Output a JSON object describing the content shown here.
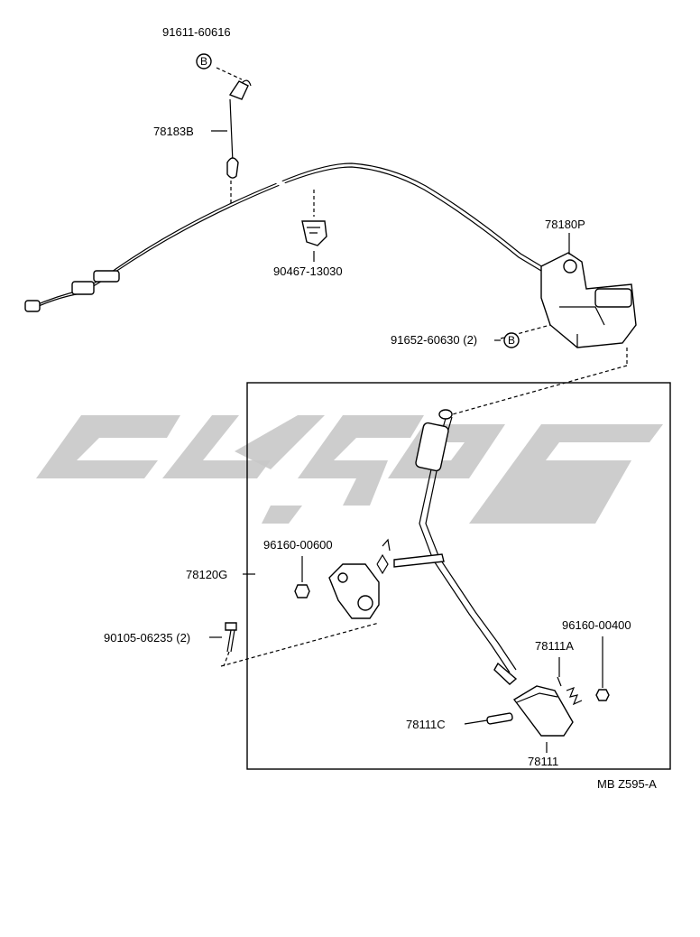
{
  "labels": {
    "p91611": "91611-60616",
    "p78183b": "78183B",
    "p90467": "90467-13030",
    "p78180p": "78180P",
    "p91652": "91652-60630 (2)",
    "p96160_600": "96160-00600",
    "p78120g": "78120G",
    "p90105": "90105-06235 (2)",
    "p96160_400": "96160-00400",
    "p78111a": "78111A",
    "p78111c": "78111C",
    "p78111": "78111",
    "ref": "MB Z595-A",
    "bolt_mark_1": "B",
    "bolt_mark_2": "B"
  },
  "colors": {
    "line": "#000000",
    "watermark": "#c8c8c8",
    "background": "#ffffff"
  }
}
